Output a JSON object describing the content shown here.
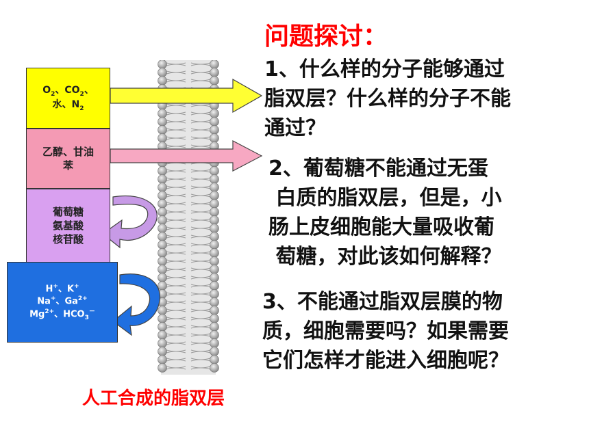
{
  "title": "问题探讨：",
  "questions": {
    "q1_line1": "1、什么样的分子能够通过",
    "q1_line2": "脂双层？什么样的分子不能",
    "q1_line3": "通过？",
    "q2_line1": "2、葡萄糖不能通过无蛋",
    "q2_line2": " 白质的脂双层，但是，小",
    "q2_line3": "肠上皮细胞能大量吸收葡",
    "q2_line4": " 萄糖，对此该如何解释？",
    "q3_line1": "3、不能通过脂双层膜的物",
    "q3_line2": "质，细胞需要吗？如果需要",
    "q3_line3": "它们怎样才能进入细胞呢？"
  },
  "boxes": {
    "gas": {
      "o": "O",
      "o_sub": "2",
      "sep1": "、CO",
      "co_sub": "2",
      "sep2": "、",
      "water": "水、N",
      "n_sub": "2"
    },
    "alcohol": {
      "line1": "乙醇、甘油",
      "line2": "苯"
    },
    "glucose": {
      "line1": "葡萄糖",
      "line2": "氨基酸",
      "line3": "核苷酸"
    },
    "ions": {
      "h": "H",
      "h_sup": "+",
      "sep1": "、K",
      "k_sup": "+",
      "na": "Na",
      "na_sup": "+",
      "sep2": "、Ga",
      "ga_sup": "2+",
      "mg": "Mg",
      "mg_sup": "2+",
      "sep3": "、HCO",
      "hco_sub": "3",
      "hco_sup": "－"
    }
  },
  "caption": "人工合成的脂双层",
  "colors": {
    "accent": "#ff0000",
    "gas_box": "#ffff00",
    "alcohol_box": "#f49ab4",
    "glucose_box": "#d9a0f0",
    "ions_box": "#1f6fe0"
  }
}
